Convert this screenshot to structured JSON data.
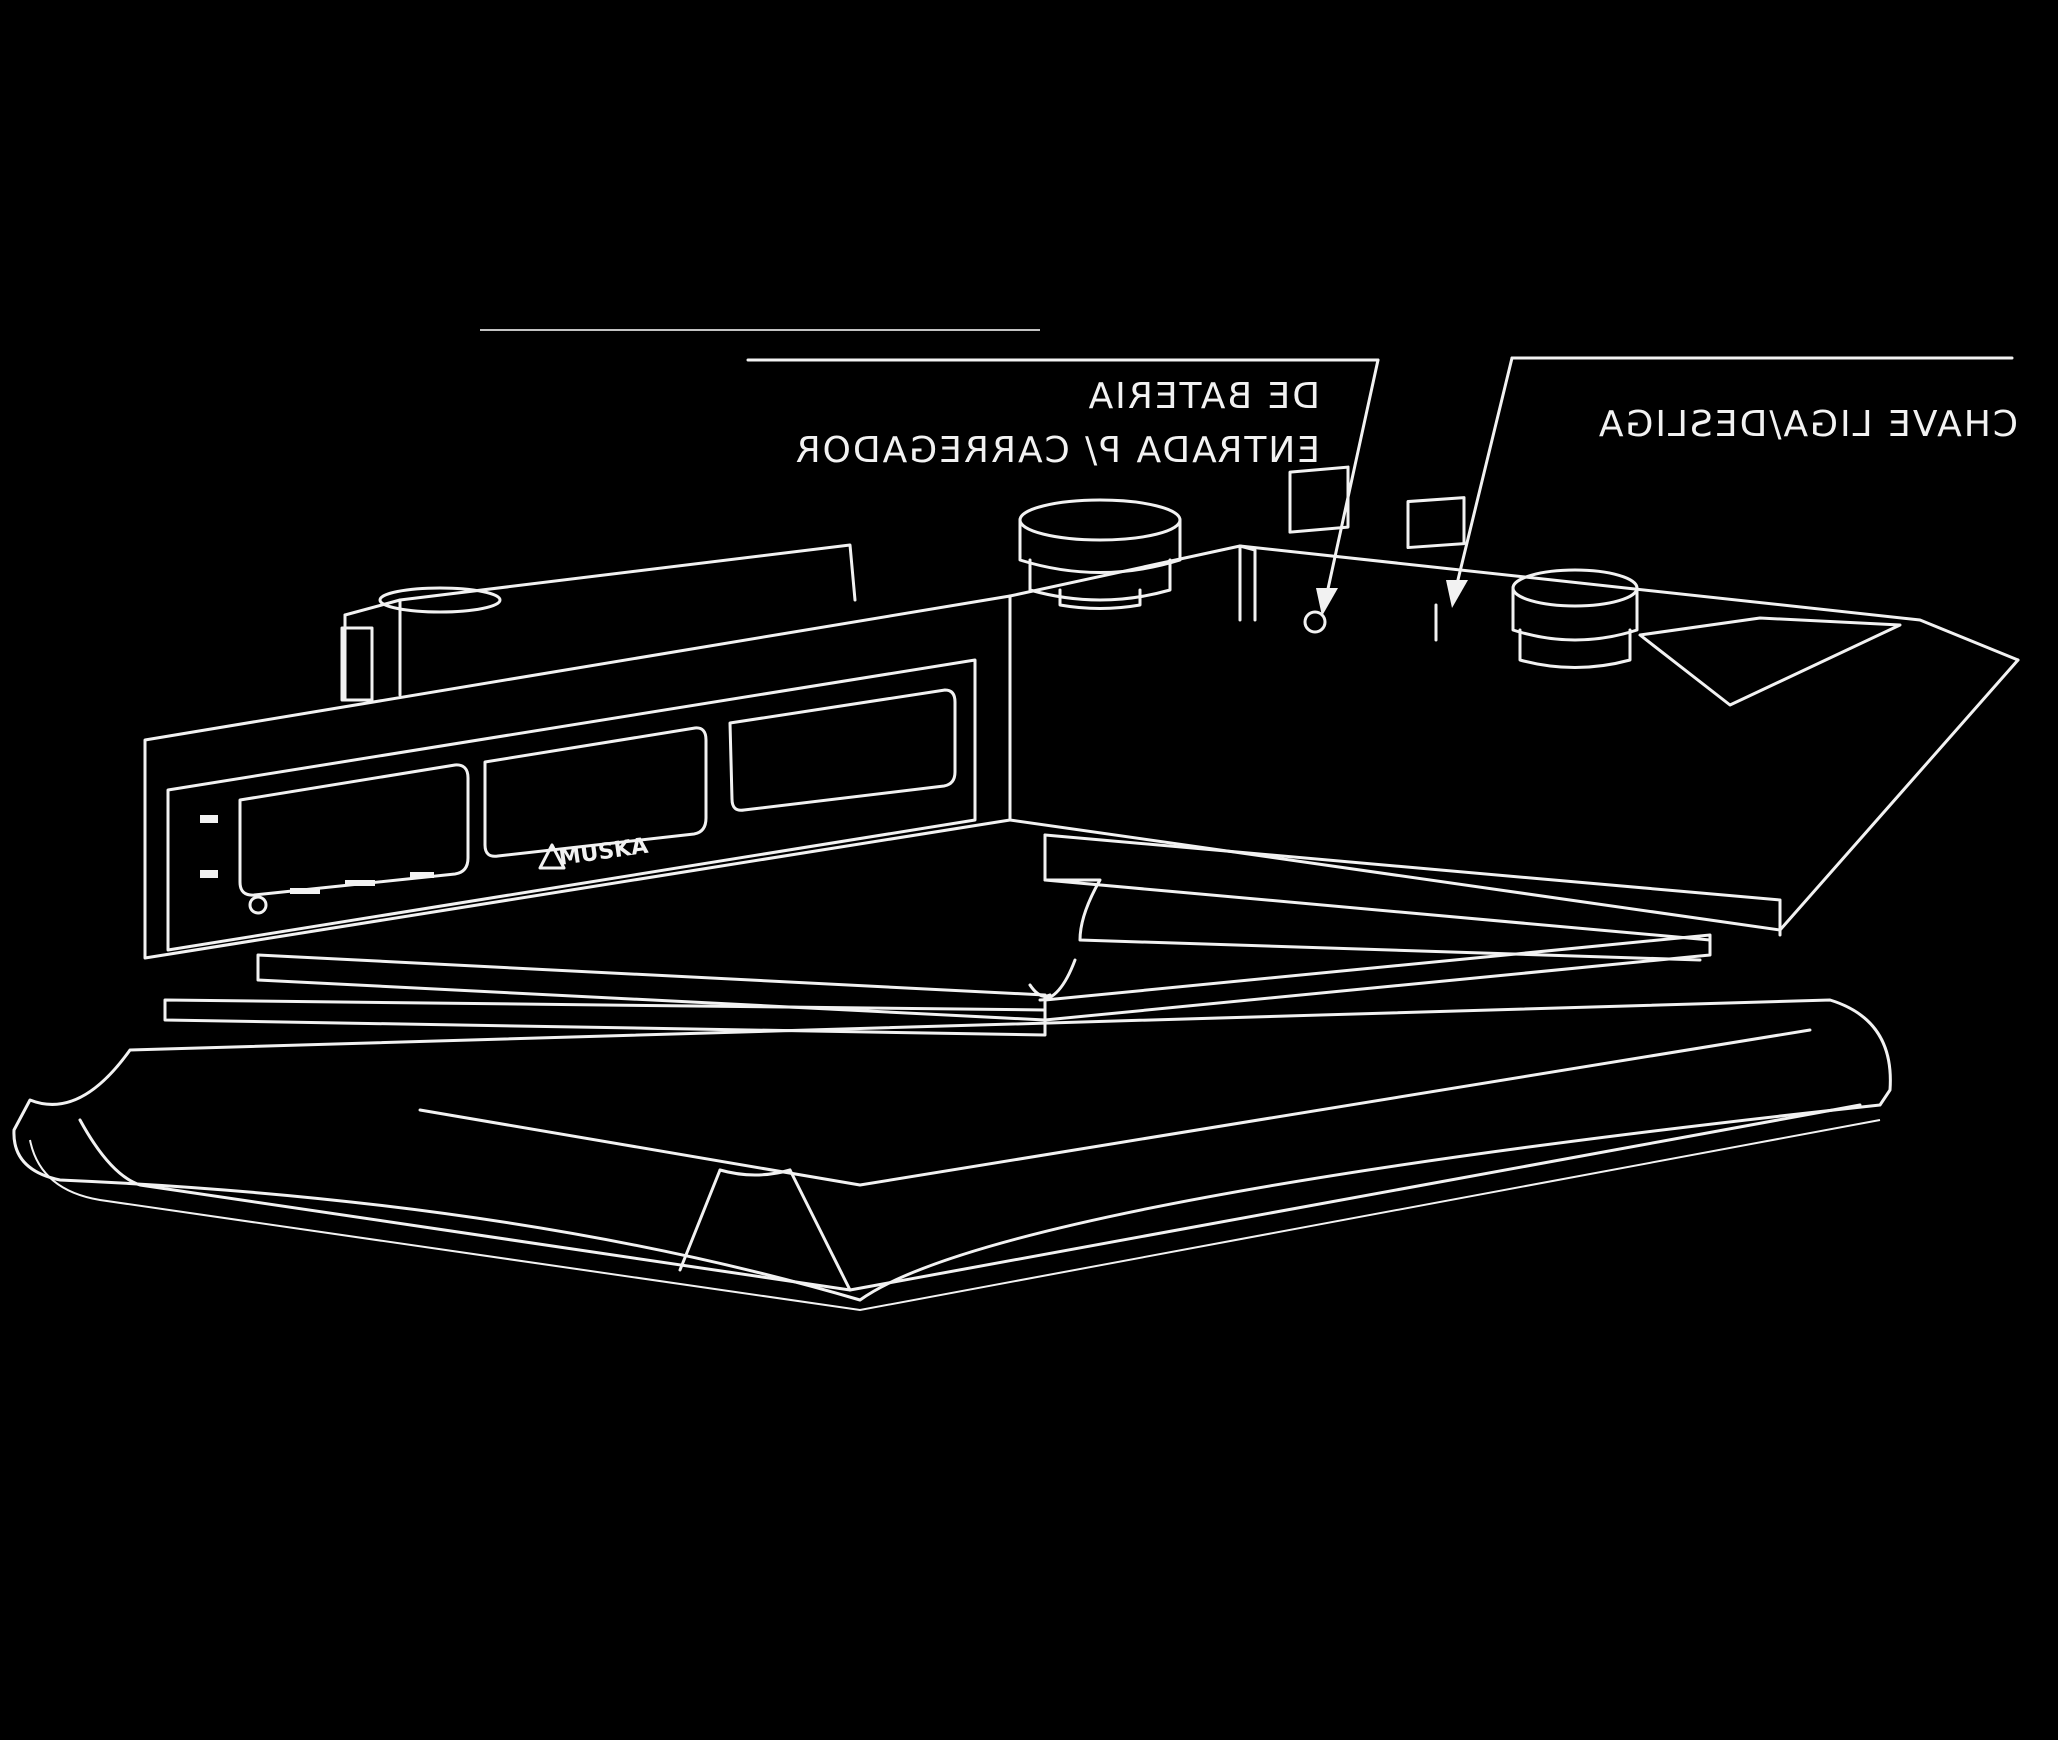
{
  "labels": {
    "charger_input": [
      "ENTRADA P/ CARREGADOR",
      "DE BATERIA"
    ],
    "power_switch": "CHAVE LIGA/DESLIGA"
  },
  "display_panel": {
    "brand": "MUSKA"
  },
  "colors": {
    "background": "#000000",
    "line": "#f2f2f2"
  }
}
